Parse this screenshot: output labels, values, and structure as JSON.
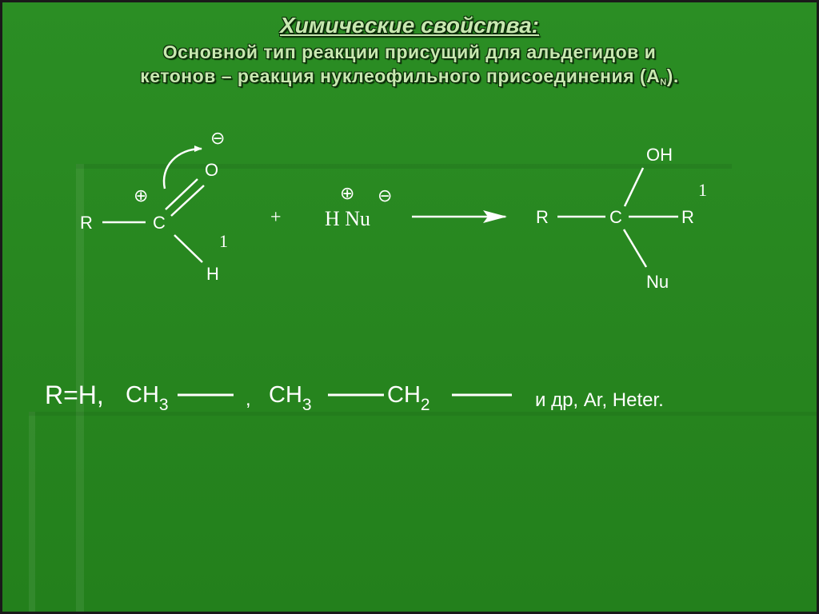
{
  "slide": {
    "title": "Химические свойства:",
    "subtitle_line1": "Основной тип реакции присущий для альдегидов и",
    "subtitle_line2": "кетонов – реакция нуклеофильного присоединения (A",
    "subtitle_sub": "N",
    "subtitle_end": ")."
  },
  "reactant": {
    "r": "R",
    "c": "C",
    "o": "O",
    "h": "H",
    "one": "1",
    "plus_charge": "⊕",
    "minus_charge": "⊖"
  },
  "reagent": {
    "plus": "+",
    "formula": "H Nu",
    "plus_charge": "⊕",
    "minus_charge": "⊖"
  },
  "product": {
    "oh": "OH",
    "one": "1",
    "r_left": "R",
    "c": "C",
    "r_right": "R",
    "nu": "Nu"
  },
  "examples": {
    "lead": "R=H,",
    "ch3_a": "CH",
    "ch3_a_sub": "3",
    "comma": ",",
    "ch3_b": "CH",
    "ch3_b_sub": "3",
    "ch2": "CH",
    "ch2_sub": "2",
    "tail": "и др, Ar, Heter."
  },
  "colors": {
    "background": "#2a8a22",
    "title": "#c8e8b0",
    "foreground": "#ffffff"
  }
}
